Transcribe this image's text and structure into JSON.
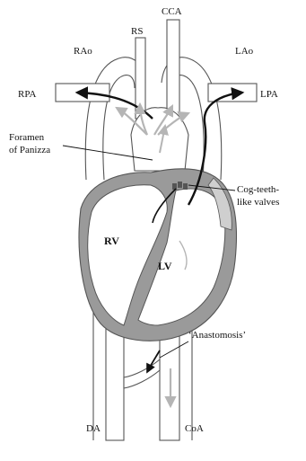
{
  "labels": {
    "rs": "RS",
    "cca": "CCA",
    "rao": "RAo",
    "lao": "LAo",
    "rpa": "RPA",
    "lpa": "LPA",
    "foramen_line1": "Foramen",
    "foramen_line2": "of Panizza",
    "cog_line1": "Cog-teeth-",
    "cog_line2": "like valves",
    "rv": "RV",
    "lv": "LV",
    "anastomosis": "‘Anastomosis’",
    "da": "DA",
    "coa": "CoA"
  },
  "colors": {
    "wall": "#9a9a9a",
    "outline": "#555555",
    "arrow_dark": "#111111",
    "arrow_light": "#b5b5b5",
    "valve_fill": "#cfcfcf"
  }
}
